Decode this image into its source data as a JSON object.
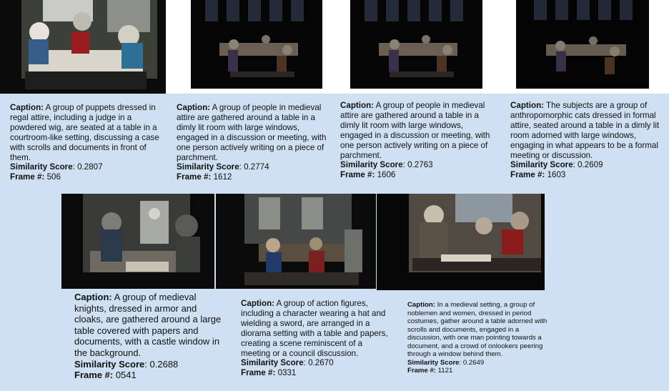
{
  "labels": {
    "caption": "Caption:",
    "score": "Similarity Score",
    "frame": "Frame #:"
  },
  "results": [
    {
      "caption": "A group of puppets dressed in regal attire, including a judge in a powdered wig, are seated at a table in a courtroom-like setting, discussing a case with scrolls and documents in front of them.",
      "score": "0.2807",
      "frame": "506"
    },
    {
      "caption": "A group of people in medieval attire are gathered around a table in a dimly lit room with large windows, engaged in a discussion or meeting, with one person actively writing on a piece of parchment.",
      "score": "0.2774",
      "frame": "1612"
    },
    {
      "caption": "A group of people in medieval attire are gathered around a table in a dimly lit room with large windows, engaged in a discussion or meeting, with one person actively writing on a piece of parchment.",
      "score": "0.2763",
      "frame": "1606"
    },
    {
      "caption": "The subjects are a group of anthropomorphic cats dressed in formal attire, seated around a table in a dimly lit room adorned with large windows, engaging in what appears to be a formal meeting or discussion.",
      "score": "0.2609",
      "frame": "1603"
    },
    {
      "caption": "A group of medieval knights, dressed in armor and cloaks, are gathered around a large table covered with papers and documents, with a castle window in the background.",
      "score": "0.2688",
      "frame": "0541"
    },
    {
      "caption": "A group of action figures, including a character wearing a hat and wielding a sword, are arranged in a diorama setting with a table and papers, creating a scene reminiscent of a meeting or a council discussion.",
      "score": "0.2670",
      "frame": "0331"
    },
    {
      "caption": "In a medieval setting, a group of noblemen and women, dressed in period costumes, gather around a table adorned with scrolls and documents, engaged in a discussion, with one man pointing towards a document, and a crowd of onlookers peering through a window behind them.",
      "score": "0.2649",
      "frame": "1121"
    }
  ]
}
